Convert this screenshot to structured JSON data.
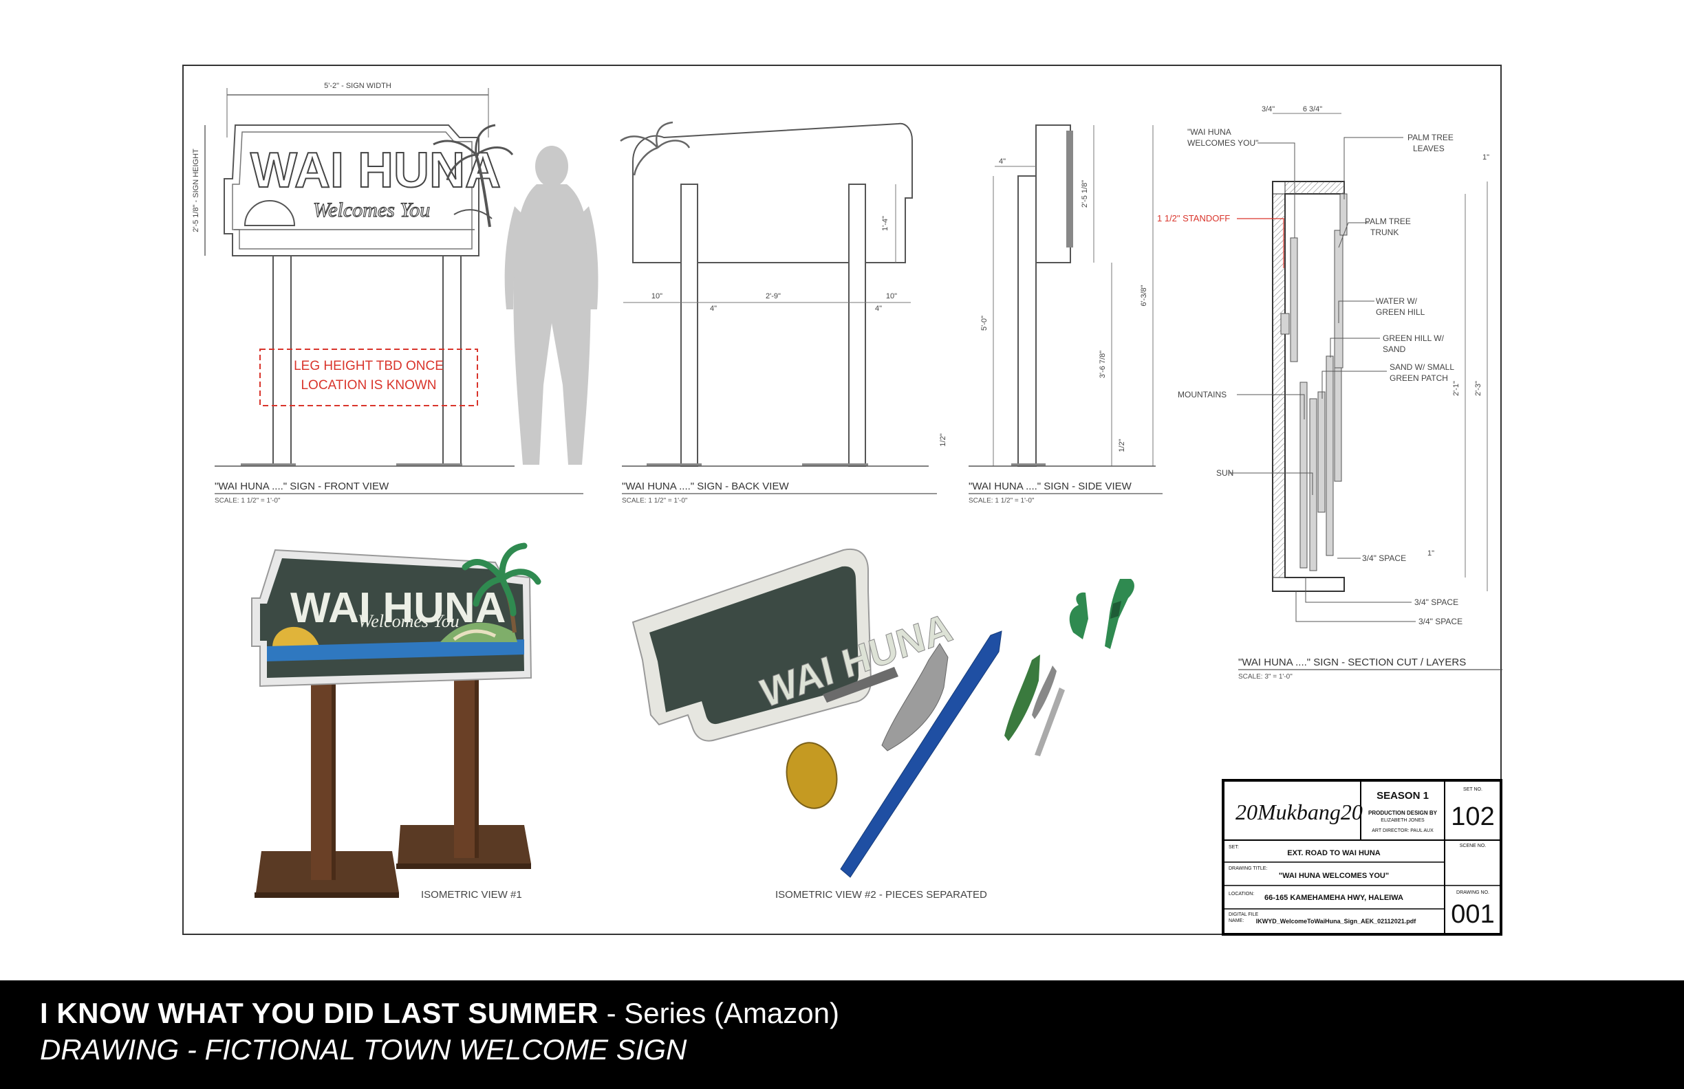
{
  "front_view": {
    "sign_width": "5'-2\" - SIGN WIDTH",
    "sign_height": "2'-5 1/8\" - SIGN HEIGHT",
    "sign_main_text": "WAI HUNA",
    "sign_sub_text": "Welcomes You",
    "note_line1": "LEG HEIGHT TBD ONCE",
    "note_line2": "LOCATION IS KNOWN",
    "title": "\"WAI HUNA ....\" SIGN - FRONT VIEW",
    "scale": "SCALE: 1 1/2\" = 1'-0\""
  },
  "back_view": {
    "dim_left": "10\"",
    "dim_mid": "2'-9\"",
    "dim_right": "10\"",
    "dim_leg_left": "4\"",
    "dim_leg_right": "4\"",
    "dim_panel": "1'-4\"",
    "dim_base": "1/2\"",
    "title": "\"WAI HUNA ....\" SIGN - BACK VIEW",
    "scale": "SCALE: 1 1/2\" = 1'-0\""
  },
  "side_view": {
    "dim_top": "4\"",
    "dim_height_a": "2'-5 1/8\"",
    "dim_height_b": "6'-3/8\"",
    "dim_leg": "5'-0\"",
    "dim_lower": "3'-6 7/8\"",
    "dim_base": "1/2\"",
    "title": "\"WAI HUNA ....\" SIGN - SIDE VIEW",
    "scale": "SCALE: 1 1/2\" = 1'-0\""
  },
  "section_view": {
    "dim_a": "3/4\"",
    "dim_b": "6 3/4\"",
    "dim_c": "1\"",
    "dim_d": "2'-1\"",
    "dim_e": "2'-3\"",
    "dim_f": "1\"",
    "label_wai_huna_1": "\"WAI HUNA",
    "label_wai_huna_2": "WELCOMES YOU\"",
    "label_standoff": "1 1/2\" STANDOFF",
    "label_mountains": "MOUNTAINS",
    "label_sun": "SUN",
    "label_palm_leaves_1": "PALM TREE",
    "label_palm_leaves_2": "LEAVES",
    "label_palm_trunk_1": "PALM TREE",
    "label_palm_trunk_2": "TRUNK",
    "label_water_1": "WATER W/",
    "label_water_2": "GREEN HILL",
    "label_greenhill_1": "GREEN HILL W/",
    "label_greenhill_2": "SAND",
    "label_sand_1": "SAND W/ SMALL",
    "label_sand_2": "GREEN PATCH",
    "label_space_1": "3/4\" SPACE",
    "label_space_2": "3/4\" SPACE",
    "label_space_3": "3/4\" SPACE",
    "title": "\"WAI HUNA ....\" SIGN - SECTION CUT / LAYERS",
    "scale": "SCALE: 3\" = 1'-0\""
  },
  "iso_view_1": {
    "sign_main_text": "WAI HUNA",
    "sign_sub_text": "Welcomes You",
    "caption": "ISOMETRIC VIEW #1"
  },
  "iso_view_2": {
    "sign_main_text": "WAI HUNA",
    "caption": "ISOMETRIC VIEW #2 - PIECES SEPARATED"
  },
  "title_block": {
    "logo": "20Mukbang20",
    "season": "SEASON 1",
    "production_design_label": "PRODUCTION DESIGN BY",
    "production_designer": "ELIZABETH JONES",
    "art_director": "ART DIRECTOR: PAUL AUX",
    "set_no_label": "SET NO.",
    "set_no": "102",
    "set_label": "SET:",
    "set_value": "EXT. ROAD TO WAI HUNA",
    "scene_no_label": "SCENE NO.",
    "drawing_title_label": "DRAWING TITLE:",
    "drawing_title": "\"WAI HUNA WELCOMES YOU\"",
    "location_label": "LOCATION:",
    "location": "66-165 KAMEHAMEHA HWY, HALEIWA",
    "drawing_no_label": "DRAWING NO.",
    "drawing_no": "001",
    "digital_file_label_1": "DIGITAL FILE",
    "digital_file_label_2": "NAME:",
    "digital_file": "IKWYD_WelcomeToWaiHuna_Sign_AEK_02112021.pdf"
  },
  "footer": {
    "show_title": "I KNOW WHAT YOU DID LAST SUMMER",
    "show_suffix": " - Series (Amazon)",
    "subtitle": "DRAWING - FICTIONAL TOWN WELCOME SIGN"
  },
  "colors": {
    "note_red": "#d9342b",
    "sign_green": "#3c4a44",
    "sign_sun": "#e0b43a",
    "sign_water": "#2f78c0",
    "post_wood": "#6a4026",
    "base_brown": "#5a3a24",
    "leaf_green": "#2f8a50"
  }
}
